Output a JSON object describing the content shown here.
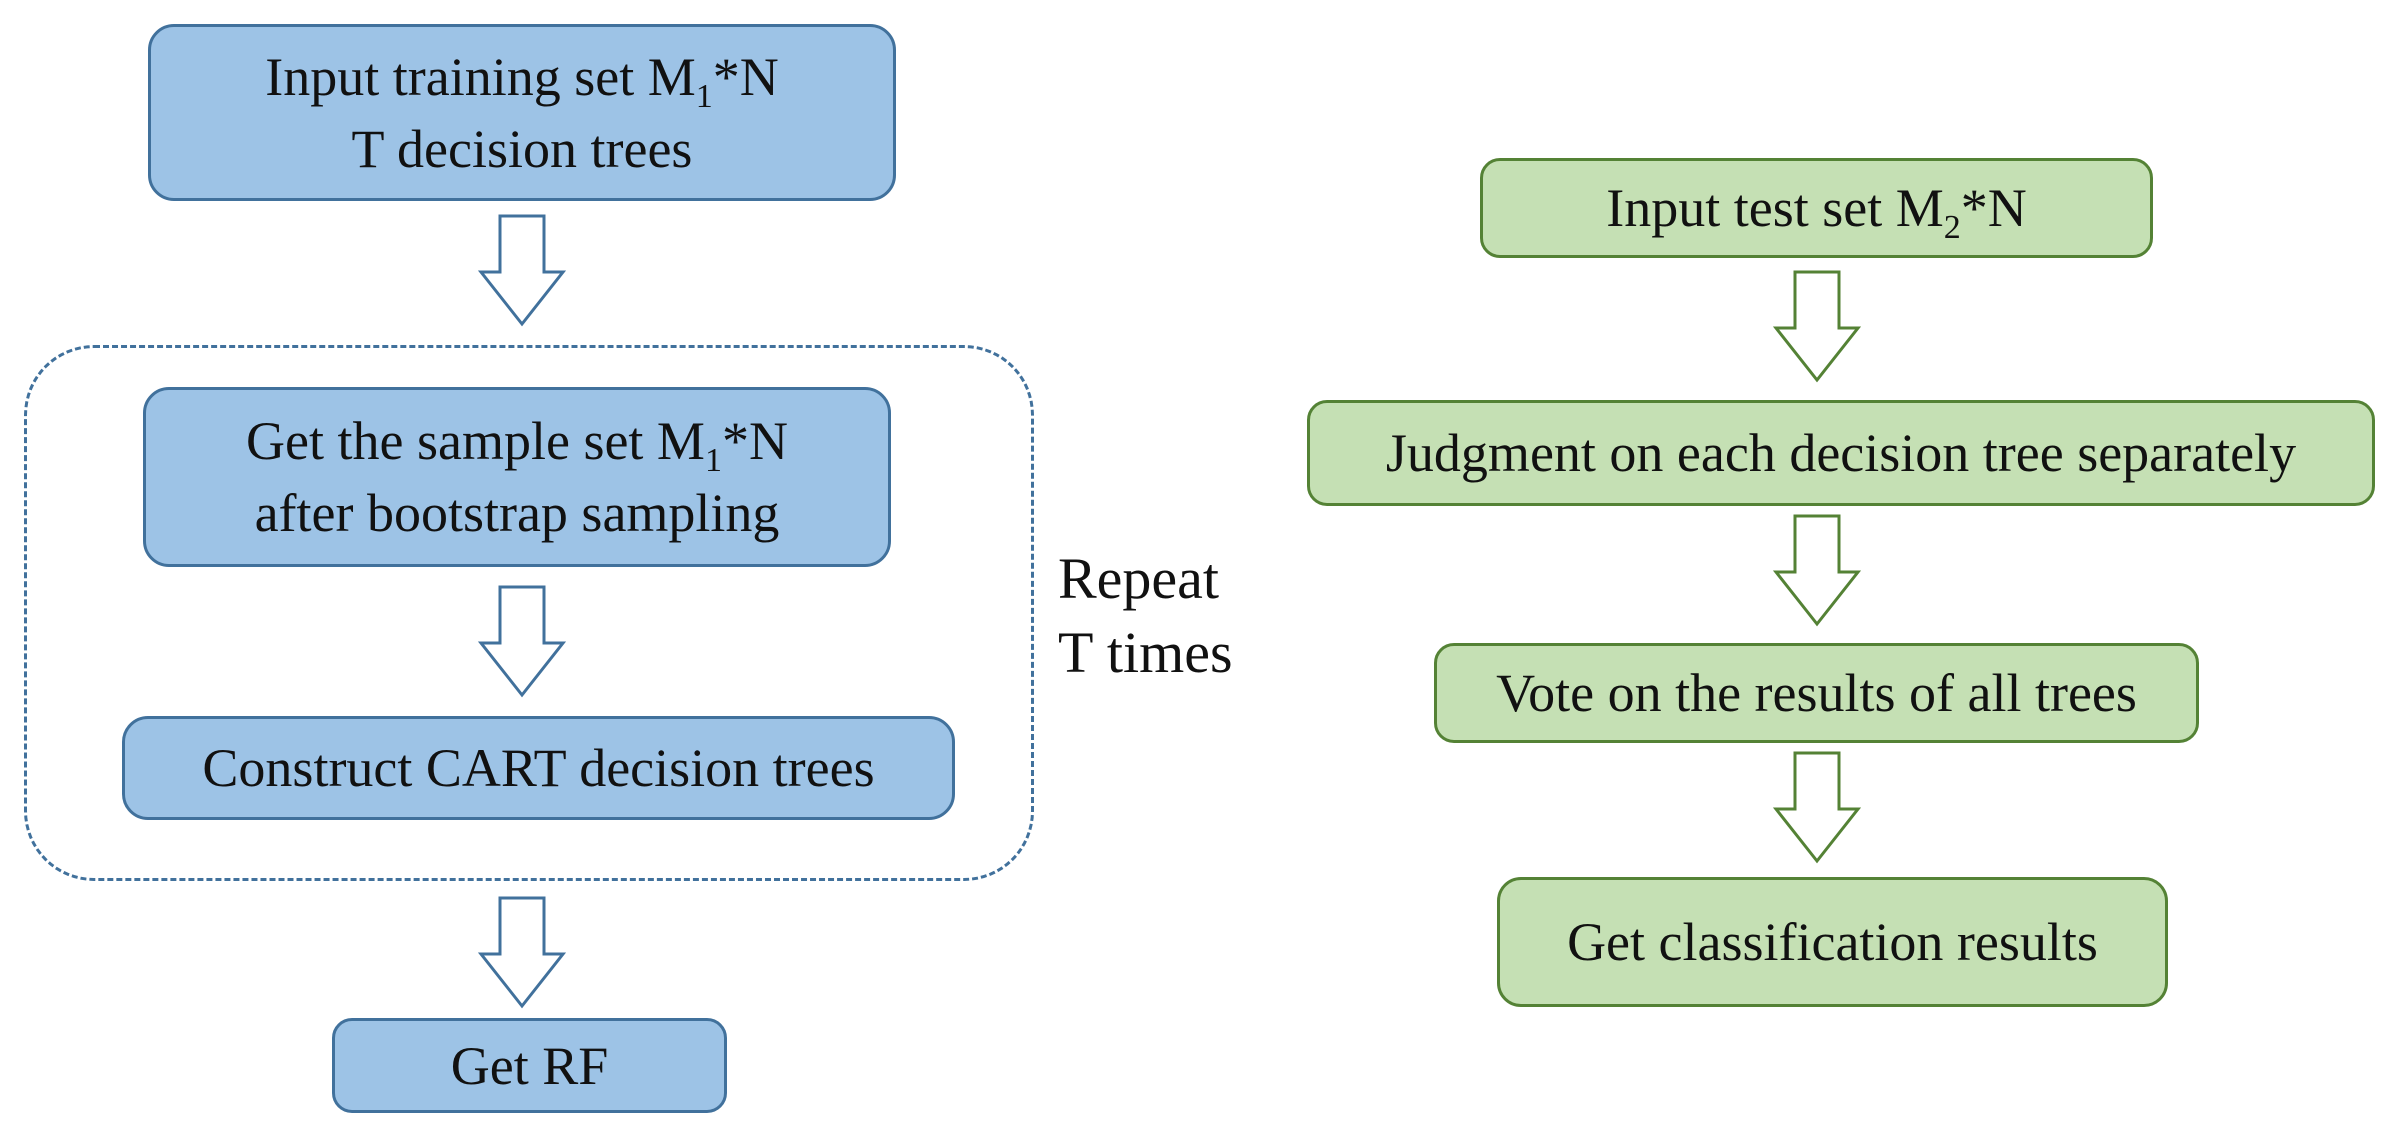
{
  "training_flow": {
    "input_box": {
      "line1_prefix": "Input training set  M",
      "line1_sub": "1",
      "line1_suffix": "*N",
      "line2": "T decision trees"
    },
    "sample_box": {
      "line1_prefix": "Get the sample set M",
      "line1_sub": "1",
      "line1_suffix": "*N",
      "line2": "after bootstrap sampling"
    },
    "construct_box": "Construct CART decision trees",
    "repeat_label": {
      "line1": "Repeat",
      "line2": "T times"
    },
    "result_box": "Get RF"
  },
  "test_flow": {
    "input_box": {
      "prefix": "Input test set M",
      "sub": "2",
      "suffix": "*N"
    },
    "judgment_box": "Judgment on each decision tree separately",
    "vote_box": "Vote on the results of all trees",
    "result_box": "Get classification results"
  },
  "colors": {
    "blue_fill": "#9dc3e6",
    "blue_stroke": "#41719c",
    "green_fill": "#c5e0b4",
    "green_stroke": "#548235"
  }
}
